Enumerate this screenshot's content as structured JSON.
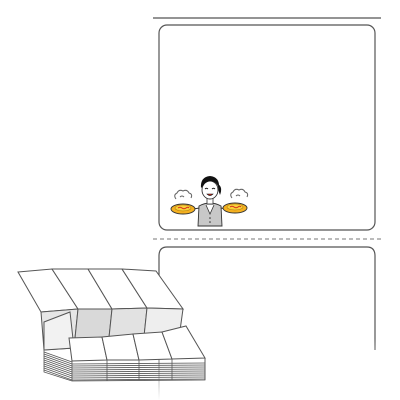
{
  "colors": {
    "background": "#ffffff",
    "outline": "#555555",
    "label_fill": "#ffffff",
    "label_shadow": "#d8d8d8",
    "perforation": "#777777",
    "plate": "#f5b120",
    "omelette": "#f7d13a",
    "ketchup": "#d9291c",
    "vest": "#c8c8c8",
    "hair": "#111111",
    "steam": "#666666"
  },
  "illustrations": {
    "label_sheet": "label-sheet-outline",
    "fanfold_stack": "fanfold-labels-stack",
    "mascot": "waitress-with-omelette-plates"
  },
  "fanfold": {
    "top_panels": 4,
    "bottom_panels": 4,
    "stack_sheets": 12
  }
}
